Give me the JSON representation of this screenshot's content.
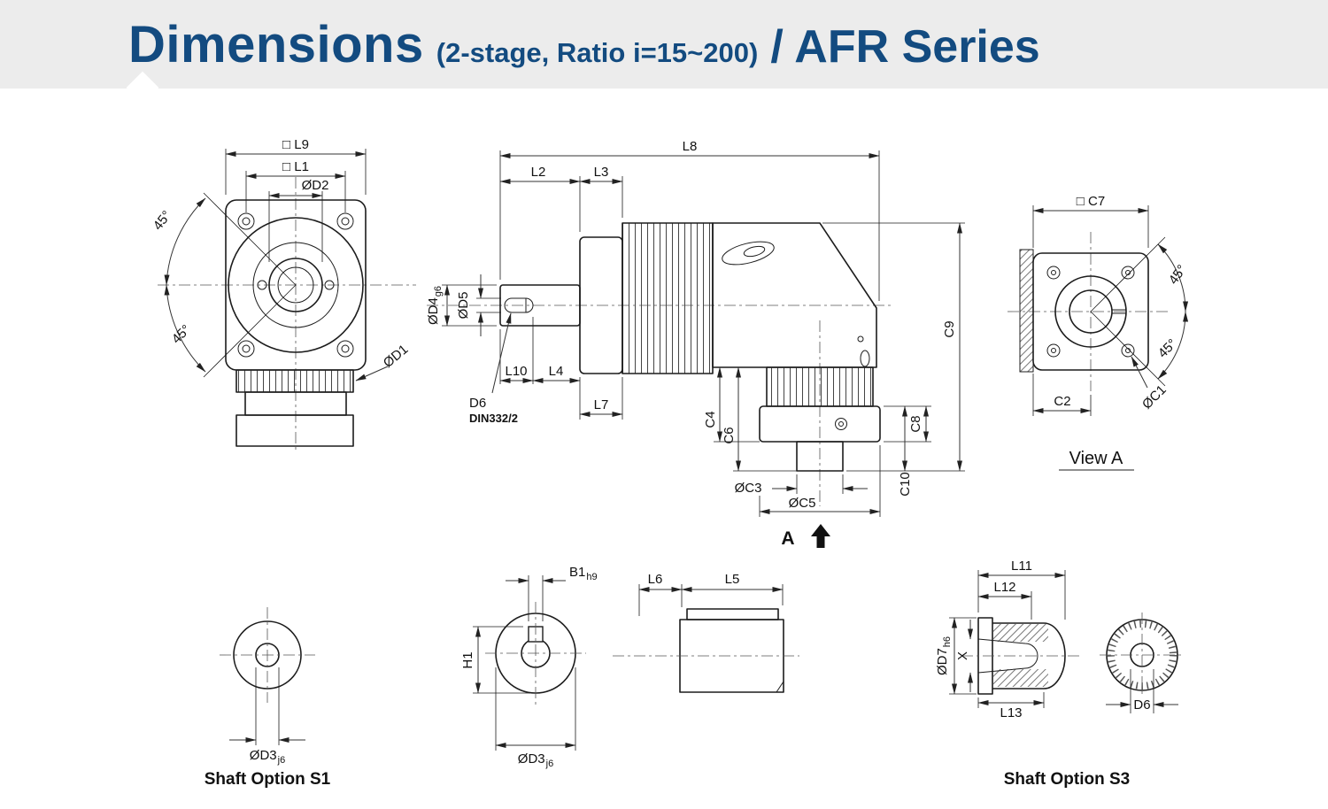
{
  "colors": {
    "header-bg": "#ececec",
    "header-text": "#134b80",
    "line": "#1c1c1c"
  },
  "header": {
    "title": "Dimensions",
    "subtitle": "(2-stage, Ratio i=15~200)",
    "series": "/ AFR Series"
  },
  "front_view": {
    "dim_l9": "□ L9",
    "dim_l1": "□ L1",
    "dim_d2": "ØD2",
    "angle_top": "45°",
    "angle_bottom": "45°",
    "dim_d1": "ØD1"
  },
  "side_view": {
    "dim_l8": "L8",
    "dim_l2": "L2",
    "dim_l3": "L3",
    "dim_d4": "ØD4",
    "dim_d4_tol": "g6",
    "dim_d5": "ØD5",
    "dim_l10": "L10",
    "dim_l4": "L4",
    "dim_l7": "L7",
    "callout_d6": "D6",
    "callout_din": "DIN332/2",
    "dim_c4": "C4",
    "dim_c6": "C6",
    "dim_c3": "ØC3",
    "dim_c5": "ØC5",
    "dim_c8": "C8",
    "dim_c9": "C9",
    "dim_c10": "C10",
    "view_arrow_label": "A"
  },
  "view_a": {
    "dim_c7": "□ C7",
    "angle_top": "45°",
    "angle_bottom": "45°",
    "dim_c1": "ØC1",
    "dim_c2": "C2",
    "caption": "View A"
  },
  "shaft_s1": {
    "dim_d3": "ØD3",
    "dim_d3_tol": "j6",
    "caption": "Shaft Option S1"
  },
  "shaft_key": {
    "dim_b1": "B1",
    "dim_b1_tol": "h9",
    "dim_h1": "H1",
    "dim_d3": "ØD3",
    "dim_d3_tol": "j6"
  },
  "shaft_plain": {
    "dim_l6": "L6",
    "dim_l5": "L5"
  },
  "shaft_s3": {
    "dim_l11": "L11",
    "dim_l12": "L12",
    "dim_d7": "ØD7",
    "dim_d7_tol": "h6",
    "dim_x": "X",
    "dim_l13": "L13",
    "dim_d6": "D6",
    "caption": "Shaft Option S3"
  }
}
